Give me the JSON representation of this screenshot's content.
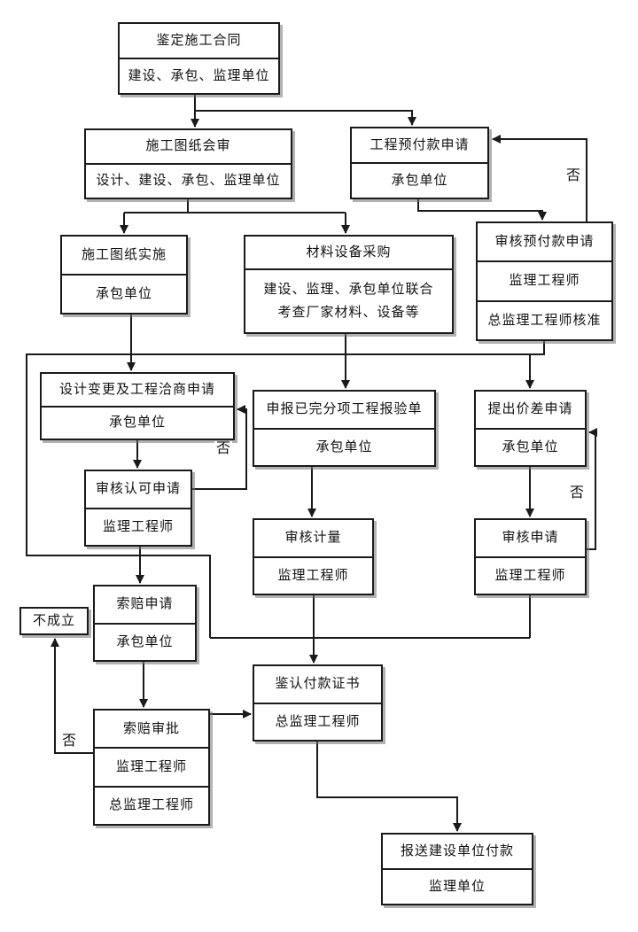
{
  "diagram": {
    "background": "#ffffff",
    "line_color": "#1a1a1a",
    "nodes": {
      "contract": {
        "rows": [
          "鉴定施工合同",
          "建设、承包、监理单位"
        ]
      },
      "drawing_review": {
        "rows": [
          "施工图纸会审",
          "设计、建设、承包、监理单位"
        ]
      },
      "prepay_apply": {
        "rows": [
          "工程预付款申请",
          "承包单位"
        ]
      },
      "prepay_review": {
        "rows": [
          "审核预付款申请",
          "监理工程师",
          "总监理工程师核准"
        ]
      },
      "drawing_impl": {
        "rows": [
          "施工图纸实施",
          "承包单位"
        ]
      },
      "material": {
        "rows": [
          "材料设备采购",
          "建设、监理、承包单位联合",
          "考查厂家材料、设备等"
        ]
      },
      "design_change": {
        "rows": [
          "设计变更及工程洽商申请",
          "承包单位"
        ]
      },
      "inspection": {
        "rows": [
          "申报已完分项工程报验单",
          "承包单位"
        ]
      },
      "price_diff": {
        "rows": [
          "提出价差申请",
          "承包单位"
        ]
      },
      "approve_apply": {
        "rows": [
          "审核认可申请",
          "监理工程师"
        ]
      },
      "measure_review": {
        "rows": [
          "审核计量",
          "监理工程师"
        ]
      },
      "apply_review": {
        "rows": [
          "审核申请",
          "监理工程师"
        ]
      },
      "claim_apply": {
        "rows": [
          "索赔申请",
          "承包单位"
        ]
      },
      "not_established": {
        "rows": [
          "不成立"
        ]
      },
      "payment_cert": {
        "rows": [
          "鉴认付款证书",
          "总监理工程师"
        ]
      },
      "claim_approval": {
        "rows": [
          "索赔审批",
          "监理工程师",
          "总监理工程师"
        ]
      },
      "payment_send": {
        "rows": [
          "报送建设单位付款",
          "监理单位"
        ]
      }
    },
    "labels": {
      "no1": "否",
      "no2": "否",
      "no3": "否",
      "no4": "否"
    }
  }
}
